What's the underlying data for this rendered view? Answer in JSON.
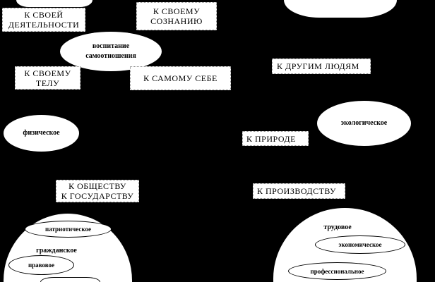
{
  "labels": {
    "activity": [
      "К СВОЕЙ",
      "ДЕЯТЕЛЬНОСТИ"
    ],
    "consciousness": [
      "К СВОЕМУ",
      "СОЗНАНИЮ"
    ],
    "body": [
      "К СВОЕМУ",
      "ТЕЛУ"
    ],
    "self": "К САМОМУ СЕБЕ",
    "others": "К ДРУГИМ ЛЮДЯМ",
    "nature": "К ПРИРОДЕ",
    "society": [
      "К ОБЩЕСТВУ",
      "К ГОСУДАРСТВУ"
    ],
    "production": "К ПРОИЗВОДСТВУ"
  },
  "ellipses": {
    "self_attitude": [
      "воспитание",
      "самоотношения"
    ],
    "physical": "физическое",
    "ecological": "экологическое",
    "civic": "гражданское",
    "patriotic": "патриотическое",
    "legal": "правовое",
    "labor": "трудовое",
    "economic": "экономическое",
    "professional": "профессиональное"
  }
}
